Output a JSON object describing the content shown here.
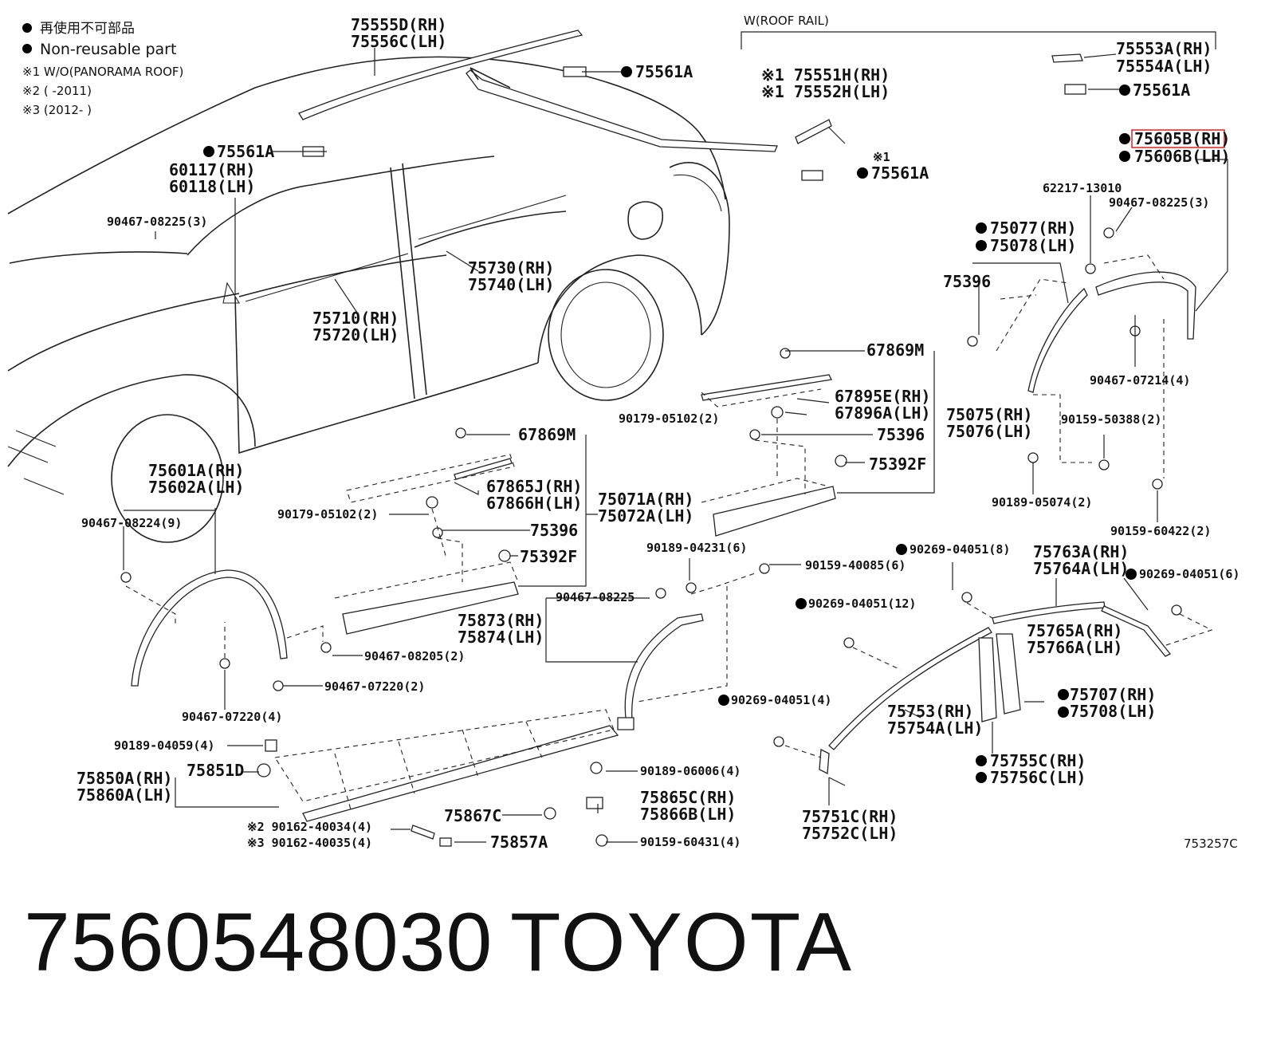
{
  "legend": {
    "reuse_jp": "再使用不可部品",
    "reuse_en": "Non-reusable part",
    "note1": "※1 W/O(PANORAMA ROOF)",
    "note2": "※2 (      -2011)",
    "note3": "※3 (2012-      )"
  },
  "roof_rail_title": "W(ROOF RAIL)",
  "diagram_code": "753257C",
  "footer": {
    "part_number": "7560548030",
    "brand": "TOYOTA"
  },
  "highlight_color": "#e03030",
  "labels": {
    "p75555D": "75555D(RH)",
    "p75556C": "75556C(LH)",
    "p75561A_top": "75561A",
    "p75561A_left": "75561A",
    "p60117": "60117(RH)",
    "p60118": "60118(LH)",
    "p90467_08225_3_left": "90467-08225(3)",
    "p75730": "75730(RH)",
    "p75740": "75740(LH)",
    "p75710": "75710(RH)",
    "p75720": "75720(LH)",
    "p75551H": "※1 75551H(RH)",
    "p75552H": "※1 75552H(LH)",
    "p75561A_mid_note": "※1",
    "p75561A_mid": "75561A",
    "p75553A": "75553A(RH)",
    "p75554A": "75554A(LH)",
    "p75561A_right": "75561A",
    "p75605B": "75605B(RH)",
    "p75606B": "75606B(LH)",
    "p62217": "62217-13010",
    "p90467_08225_3_right": "90467-08225(3)",
    "p75077": "75077(RH)",
    "p75078": "75078(LH)",
    "p75396_top": "75396",
    "p90467_07214": "90467-07214(4)",
    "p67869M_right": "67869M",
    "p67895E": "67895E(RH)",
    "p67896A": "67896A(LH)",
    "p75075": "75075(RH)",
    "p75076": "75076(LH)",
    "p90179_right": "90179-05102(2)",
    "p75396_right": "75396",
    "p75392F_right": "75392F",
    "p90159_50388": "90159-50388(2)",
    "p90189_05074": "90189-05074(2)",
    "p90159_60422": "90159-60422(2)",
    "p67869M_mid": "67869M",
    "p67865J": "67865J(RH)",
    "p67866H": "67866H(LH)",
    "p75071A": "75071A(RH)",
    "p75072A": "75072A(LH)",
    "p90179_mid": "90179-05102(2)",
    "p75396_mid": "75396",
    "p75392F_mid": "75392F",
    "p75601A": "75601A(RH)",
    "p75602A": "75602A(LH)",
    "p90467_08224": "90467-08224(9)",
    "p90189_04231": "90189-04231(6)",
    "p90269_04051_8": "90269-04051(8)",
    "p75763A": "75763A(RH)",
    "p75764A": "75764A(LH)",
    "p90269_04051_6": "90269-04051(6)",
    "p90159_40085": "90159-40085(6)",
    "p90467_08225_mid": "90467-08225",
    "p90269_04051_12": "90269-04051(12)",
    "p75765A": "75765A(RH)",
    "p75766A": "75766A(LH)",
    "p75873": "75873(RH)",
    "p75874": "75874(LH)",
    "p90467_08205": "90467-08205(2)",
    "p90467_07220_2": "90467-07220(2)",
    "p90467_07220_4": "90467-07220(4)",
    "p75707": "75707(RH)",
    "p75708": "75708(LH)",
    "p90269_04051_4": "90269-04051(4)",
    "p75753": "75753(RH)",
    "p75754A": "75754A(LH)",
    "p75755C": "75755C(RH)",
    "p75756C": "75756C(LH)",
    "p90189_04059": "90189-04059(4)",
    "p75850A": "75850A(RH)",
    "p75860A": "75860A(LH)",
    "p75851D": "75851D",
    "p90189_06006": "90189-06006(4)",
    "p75865C": "75865C(RH)",
    "p75866B": "75866B(LH)",
    "p75867C": "75867C",
    "p90162_40034": "※2 90162-40034(4)",
    "p90162_40035": "※3 90162-40035(4)",
    "p75857A": "75857A",
    "p90159_60431": "90159-60431(4)",
    "p75751C": "75751C(RH)",
    "p75752C": "75752C(LH)"
  }
}
